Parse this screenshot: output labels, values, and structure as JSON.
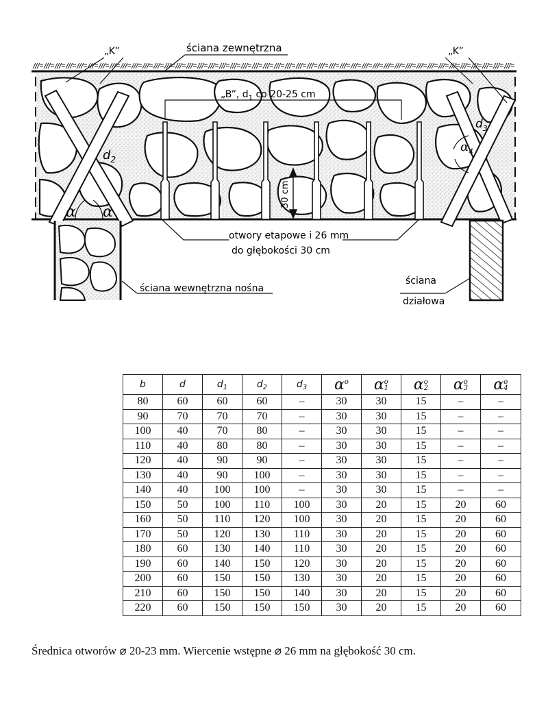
{
  "diagram": {
    "label_outer_wall": "ściana zewnętrzna",
    "label_k": "„K”",
    "label_b": "„B”, d",
    "label_b_sub": "1",
    "label_b_rest": " co 20-25 cm",
    "label_d2": "d",
    "label_d2_sub": "2",
    "label_d3": "d",
    "label_d3_sub": "3",
    "label_alpha": "α",
    "label_alpha4": "α",
    "label_alpha4_sub": "4",
    "label_depth": "30 cm",
    "label_holes_line1": "otwory etapowe i 26 mm",
    "label_holes_line2": "do głębokości 30 cm",
    "label_inner_wall": "ściana wewnętrzna nośna",
    "label_partition_line1": "ściana",
    "label_partition_line2": "działowa"
  },
  "table": {
    "headers": [
      {
        "main": "b",
        "sub": "",
        "sup": "",
        "greek": false
      },
      {
        "main": "d",
        "sub": "",
        "sup": "",
        "greek": false
      },
      {
        "main": "d",
        "sub": "1",
        "sup": "",
        "greek": false
      },
      {
        "main": "d",
        "sub": "2",
        "sup": "",
        "greek": false
      },
      {
        "main": "d",
        "sub": "3",
        "sup": "",
        "greek": false
      },
      {
        "main": "α",
        "sub": "",
        "sup": "o",
        "greek": true
      },
      {
        "main": "α",
        "sub": "1",
        "sup": "o",
        "greek": true
      },
      {
        "main": "α",
        "sub": "2",
        "sup": "o",
        "greek": true
      },
      {
        "main": "α",
        "sub": "3",
        "sup": "o",
        "greek": true
      },
      {
        "main": "α",
        "sub": "4",
        "sup": "o",
        "greek": true
      }
    ],
    "rows": [
      [
        "80",
        "60",
        "60",
        "60",
        "–",
        "30",
        "30",
        "15",
        "–",
        "–"
      ],
      [
        "90",
        "70",
        "70",
        "70",
        "–",
        "30",
        "30",
        "15",
        "–",
        "–"
      ],
      [
        "100",
        "40",
        "70",
        "80",
        "–",
        "30",
        "30",
        "15",
        "–",
        "–"
      ],
      [
        "110",
        "40",
        "80",
        "80",
        "–",
        "30",
        "30",
        "15",
        "–",
        "–"
      ],
      [
        "120",
        "40",
        "90",
        "90",
        "–",
        "30",
        "30",
        "15",
        "–",
        "–"
      ],
      [
        "130",
        "40",
        "90",
        "100",
        "–",
        "30",
        "30",
        "15",
        "–",
        "–"
      ],
      [
        "140",
        "40",
        "100",
        "100",
        "–",
        "30",
        "30",
        "15",
        "–",
        "–"
      ],
      [
        "150",
        "50",
        "100",
        "110",
        "100",
        "30",
        "20",
        "15",
        "20",
        "60"
      ],
      [
        "160",
        "50",
        "110",
        "120",
        "100",
        "30",
        "20",
        "15",
        "20",
        "60"
      ],
      [
        "170",
        "50",
        "120",
        "130",
        "110",
        "30",
        "20",
        "15",
        "20",
        "60"
      ],
      [
        "180",
        "60",
        "130",
        "140",
        "110",
        "30",
        "20",
        "15",
        "20",
        "60"
      ],
      [
        "190",
        "60",
        "140",
        "150",
        "120",
        "30",
        "20",
        "15",
        "20",
        "60"
      ],
      [
        "200",
        "60",
        "150",
        "150",
        "130",
        "30",
        "20",
        "15",
        "20",
        "60"
      ],
      [
        "210",
        "60",
        "150",
        "150",
        "140",
        "30",
        "20",
        "15",
        "20",
        "60"
      ],
      [
        "220",
        "60",
        "150",
        "150",
        "150",
        "30",
        "20",
        "15",
        "20",
        "60"
      ]
    ]
  },
  "caption": "Średnica otworów ⌀ 20-23 mm. Wiercenie wstępne ⌀ 26 mm na głębokość 30 cm."
}
